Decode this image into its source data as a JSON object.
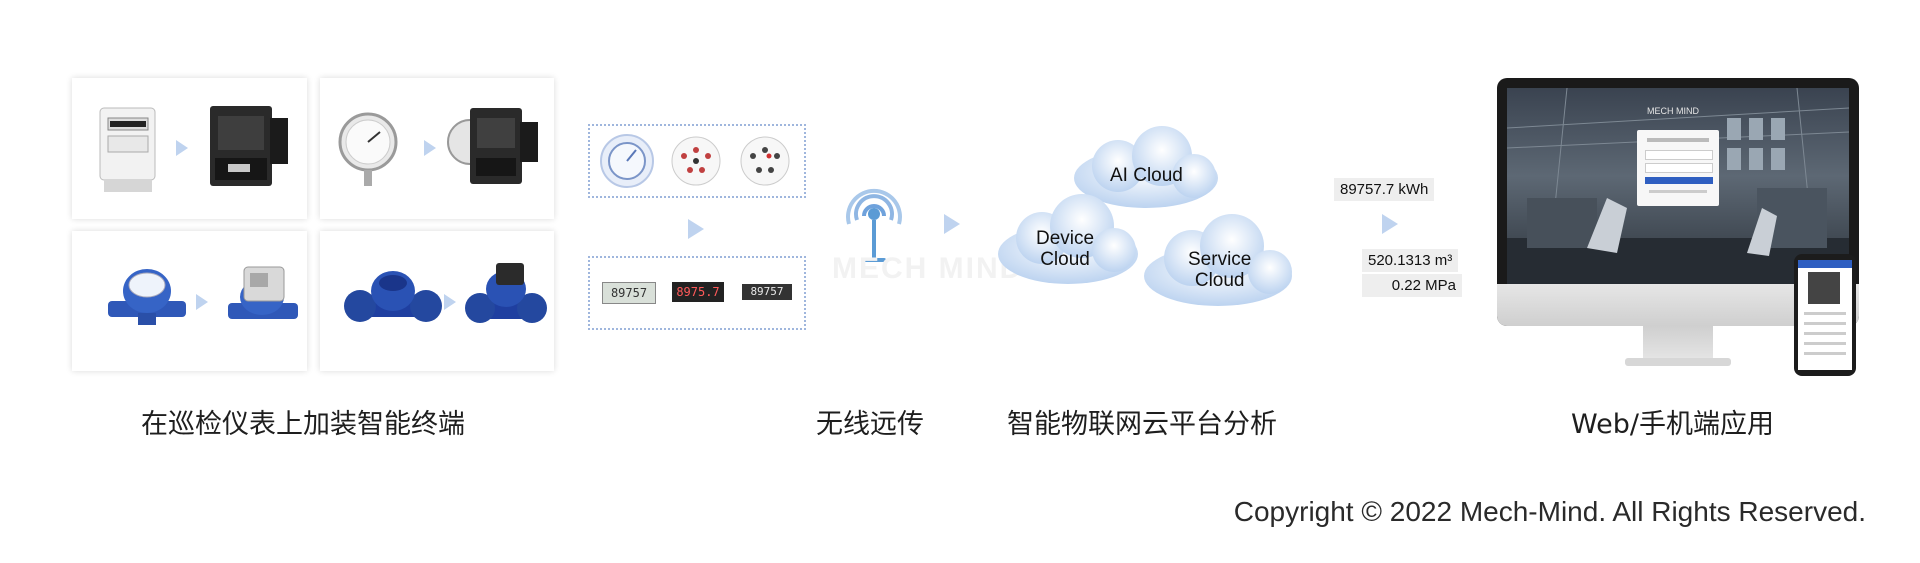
{
  "captions": {
    "terminal": "在巡检仪表上加装智能终端",
    "wireless": "无线远传",
    "cloud": "智能物联网云平台分析",
    "app": "Web/手机端应用"
  },
  "clouds": {
    "ai": "AI Cloud",
    "device_line1": "Device",
    "device_line2": "Cloud",
    "service_line1": "Service",
    "service_line2": "Cloud"
  },
  "readings": {
    "energy": "89757.7 kWh",
    "volume": "520.1313 m³",
    "pressure": "0.22 MPa"
  },
  "lcd_values": [
    "89757",
    "8975.7",
    "89757"
  ],
  "watermark": "MECH MIND",
  "copyright": "Copyright © 2022 Mech-Mind. All Rights Reserved.",
  "colors": {
    "arrow": "#bfd3ef",
    "cloud": "#c9dcf3",
    "antenna": "#5b9bd5",
    "meter_blue": "#1f3fa0"
  }
}
